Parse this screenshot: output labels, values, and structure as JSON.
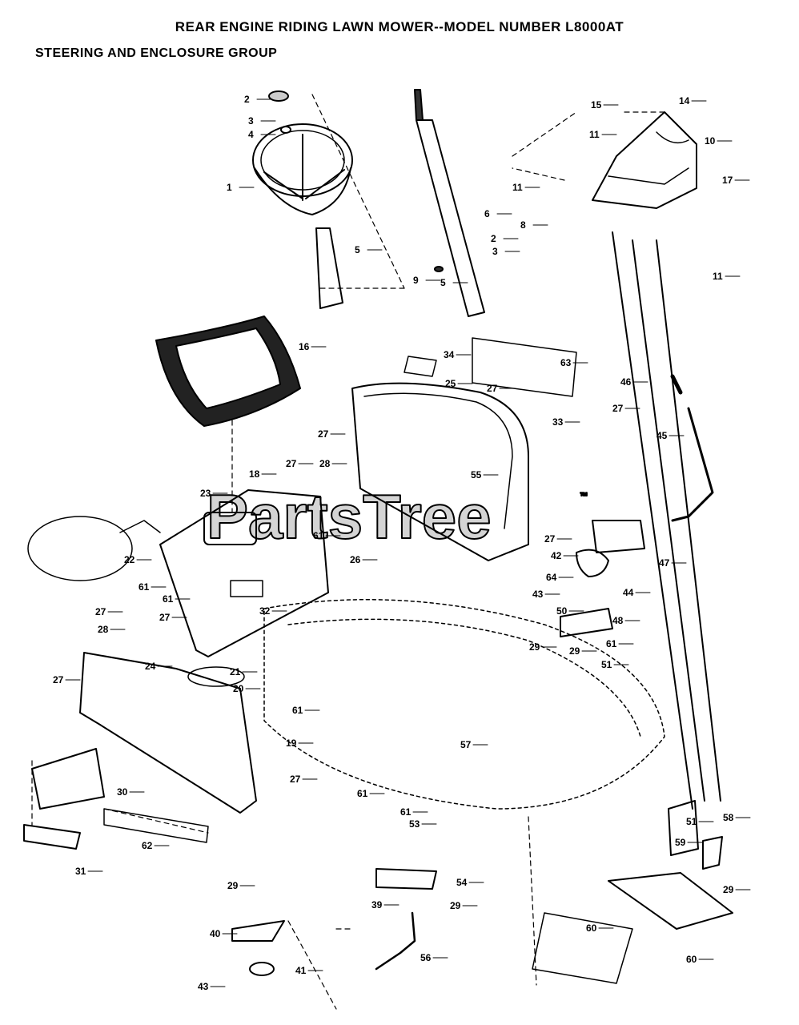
{
  "header": {
    "title": "REAR ENGINE RIDING LAWN MOWER--MODEL NUMBER L8000AT",
    "subtitle": "STEERING AND ENCLOSURE GROUP"
  },
  "watermark": {
    "text": "PartsTree",
    "trademark": "™"
  },
  "parts": [
    {
      "label": "1"
    },
    {
      "label": "2"
    },
    {
      "label": "3"
    },
    {
      "label": "4"
    },
    {
      "label": "5"
    },
    {
      "label": "6"
    },
    {
      "label": "8"
    },
    {
      "label": "2"
    },
    {
      "label": "3"
    },
    {
      "label": "9"
    },
    {
      "label": "5"
    },
    {
      "label": "15"
    },
    {
      "label": "14"
    },
    {
      "label": "11"
    },
    {
      "label": "10"
    },
    {
      "label": "11"
    },
    {
      "label": "17"
    },
    {
      "label": "11"
    },
    {
      "label": "16"
    },
    {
      "label": "34"
    },
    {
      "label": "63"
    },
    {
      "label": "25"
    },
    {
      "label": "27"
    },
    {
      "label": "33"
    },
    {
      "label": "27"
    },
    {
      "label": "27"
    },
    {
      "label": "28"
    },
    {
      "label": "27"
    },
    {
      "label": "46"
    },
    {
      "label": "45"
    },
    {
      "label": "18"
    },
    {
      "label": "23"
    },
    {
      "label": "55"
    },
    {
      "label": "22"
    },
    {
      "label": "61"
    },
    {
      "label": "27"
    },
    {
      "label": "47"
    },
    {
      "label": "42"
    },
    {
      "label": "26"
    },
    {
      "label": "61"
    },
    {
      "label": "61"
    },
    {
      "label": "64"
    },
    {
      "label": "43"
    },
    {
      "label": "44"
    },
    {
      "label": "27"
    },
    {
      "label": "50"
    },
    {
      "label": "48"
    },
    {
      "label": "32"
    },
    {
      "label": "27"
    },
    {
      "label": "28"
    },
    {
      "label": "29"
    },
    {
      "label": "29"
    },
    {
      "label": "61"
    },
    {
      "label": "51"
    },
    {
      "label": "24"
    },
    {
      "label": "21"
    },
    {
      "label": "20"
    },
    {
      "label": "61"
    },
    {
      "label": "27"
    },
    {
      "label": "19"
    },
    {
      "label": "57"
    },
    {
      "label": "27"
    },
    {
      "label": "30"
    },
    {
      "label": "61"
    },
    {
      "label": "61"
    },
    {
      "label": "53"
    },
    {
      "label": "62"
    },
    {
      "label": "31"
    },
    {
      "label": "51"
    },
    {
      "label": "58"
    },
    {
      "label": "59"
    },
    {
      "label": "29"
    },
    {
      "label": "54"
    },
    {
      "label": "39"
    },
    {
      "label": "29"
    },
    {
      "label": "29"
    },
    {
      "label": "40"
    },
    {
      "label": "60"
    },
    {
      "label": "60"
    },
    {
      "label": "56"
    },
    {
      "label": "41"
    },
    {
      "label": "43"
    }
  ]
}
